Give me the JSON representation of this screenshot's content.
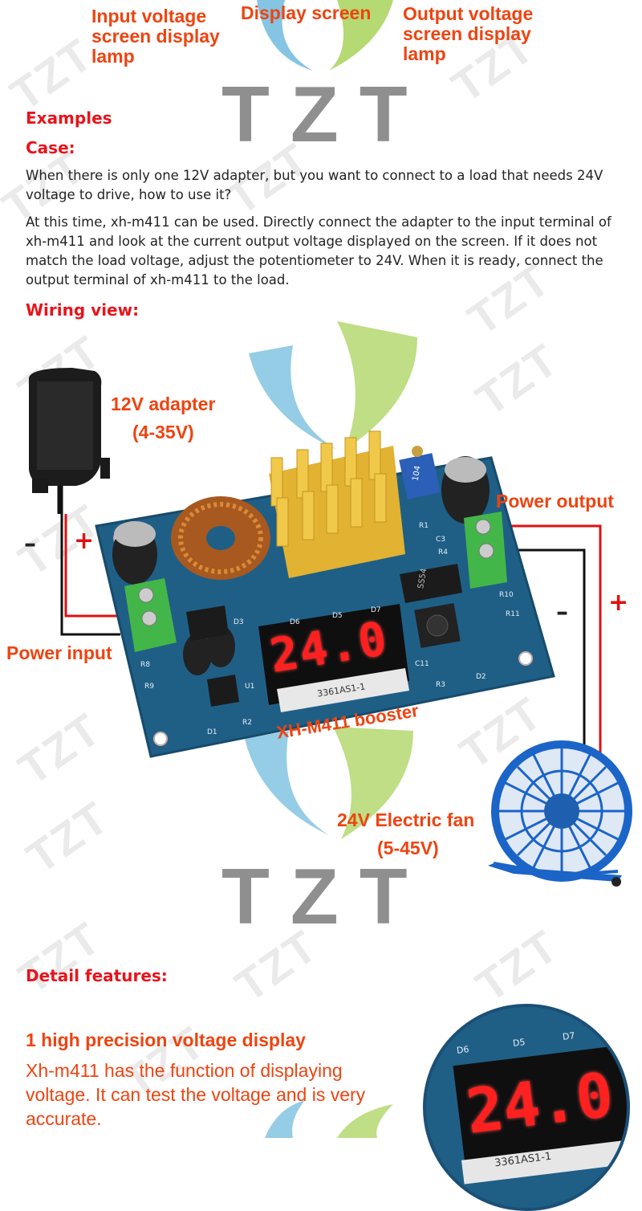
{
  "top_labels": {
    "input_lamp": "Input voltage\nscreen display\nlamp",
    "display": "Display screen",
    "output_lamp": "Output voltage\nscreen display\nlamp"
  },
  "brand_mark": "TZT",
  "watermark": "TZT",
  "examples": {
    "heading": "Examples",
    "case_label": "Case:",
    "paragraph1": "When there is only one 12V adapter, but you want to connect to a load that needs 24V voltage to drive, how to use it?",
    "paragraph2": "At this time, xh-m411 can be used. Directly connect the adapter to the input terminal of xh-m411 and look at the current output voltage displayed on the screen. If it does not match the load voltage, adjust the potentiometer to 24V. When it is ready, connect the output terminal of xh-m411 to the load."
  },
  "wiring": {
    "heading": "Wiring view:",
    "adapter_label": "12V adapter",
    "adapter_range": "(4-35V)",
    "power_input": "Power input",
    "power_output": "Power output",
    "minus": "–",
    "plus": "+",
    "board_label": "XH-M411 booster",
    "fan_label": "24V Electric fan",
    "fan_range": "(5-45V)",
    "display_value": "24.0",
    "silk": {
      "r1": "R1",
      "c3": "C3",
      "r4": "R4",
      "r10": "R10",
      "r11": "R11",
      "c11": "C11",
      "r3": "R3",
      "d2": "D2",
      "r8": "R8",
      "r9": "R9",
      "u1": "U1",
      "d1": "D1",
      "r2": "R2",
      "d3": "D3",
      "d5": "D5",
      "d6": "D6",
      "d7": "D7",
      "display_part": "3361AS1-1",
      "diode": "SS54",
      "pot": "104"
    }
  },
  "features": {
    "heading": "Detail features:",
    "item1_title": "1 high precision voltage display",
    "item1_text": "Xh-m411 has the function of displaying voltage. It can test the voltage and is very accurate.",
    "zoom_value": "24.0",
    "zoom_labels": {
      "d6": "D6",
      "d5": "D5",
      "d7": "D7",
      "part": "3361AS1-1"
    }
  },
  "colors": {
    "accent_orange": "#ee4411",
    "accent_red": "#e8141b",
    "pcb": "#1f5f86",
    "wire_red": "#e01010",
    "wire_black": "#111111",
    "fan_blue": "#1b64c8",
    "heatsink": "#e2b233"
  }
}
